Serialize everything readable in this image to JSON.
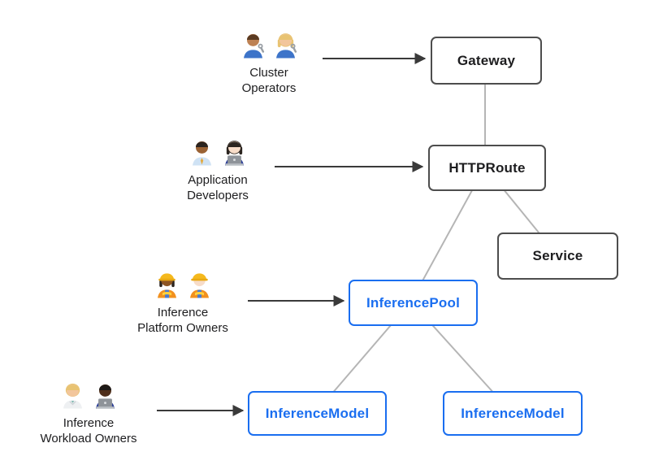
{
  "diagram": {
    "nodes": {
      "gateway": {
        "label": "Gateway",
        "style": "core"
      },
      "httproute": {
        "label": "HTTPRoute",
        "style": "core"
      },
      "service": {
        "label": "Service",
        "style": "core"
      },
      "inference_pool": {
        "label": "InferencePool",
        "style": "extension"
      },
      "inference_model_1": {
        "label": "InferenceModel",
        "style": "extension"
      },
      "inference_model_2": {
        "label": "InferenceModel",
        "style": "extension"
      }
    },
    "actors": {
      "cluster_operators": {
        "line1": "Cluster",
        "line2": "Operators",
        "icons": [
          "man-mechanic-icon",
          "woman-mechanic-icon"
        ],
        "points_to": "gateway"
      },
      "application_developers": {
        "line1": "Application",
        "line2": "Developers",
        "icons": [
          "man-office-worker-icon",
          "woman-technologist-icon"
        ],
        "points_to": "httproute"
      },
      "inference_platform_owners": {
        "line1": "Inference",
        "line2": "Platform Owners",
        "icons": [
          "woman-construction-worker-icon",
          "man-construction-worker-icon"
        ],
        "points_to": "inference_pool"
      },
      "inference_workload_owners": {
        "line1": "Inference",
        "line2": "Workload Owners",
        "icons": [
          "health-worker-icon",
          "man-technologist-icon"
        ],
        "points_to": "inference_model_1"
      }
    },
    "edges": [
      {
        "from": "gateway",
        "to": "httproute"
      },
      {
        "from": "httproute",
        "to": "inference_pool"
      },
      {
        "from": "httproute",
        "to": "service"
      },
      {
        "from": "inference_pool",
        "to": "inference_model_1"
      },
      {
        "from": "inference_pool",
        "to": "inference_model_2"
      }
    ],
    "colors": {
      "background": "#ffffff",
      "core_border": "#4d4d4d",
      "core_text": "#1d1d1f",
      "extension_blue": "#1a6ef0",
      "tree_line": "#b5b5b5",
      "actor_arrow": "#3a3a3a"
    }
  }
}
